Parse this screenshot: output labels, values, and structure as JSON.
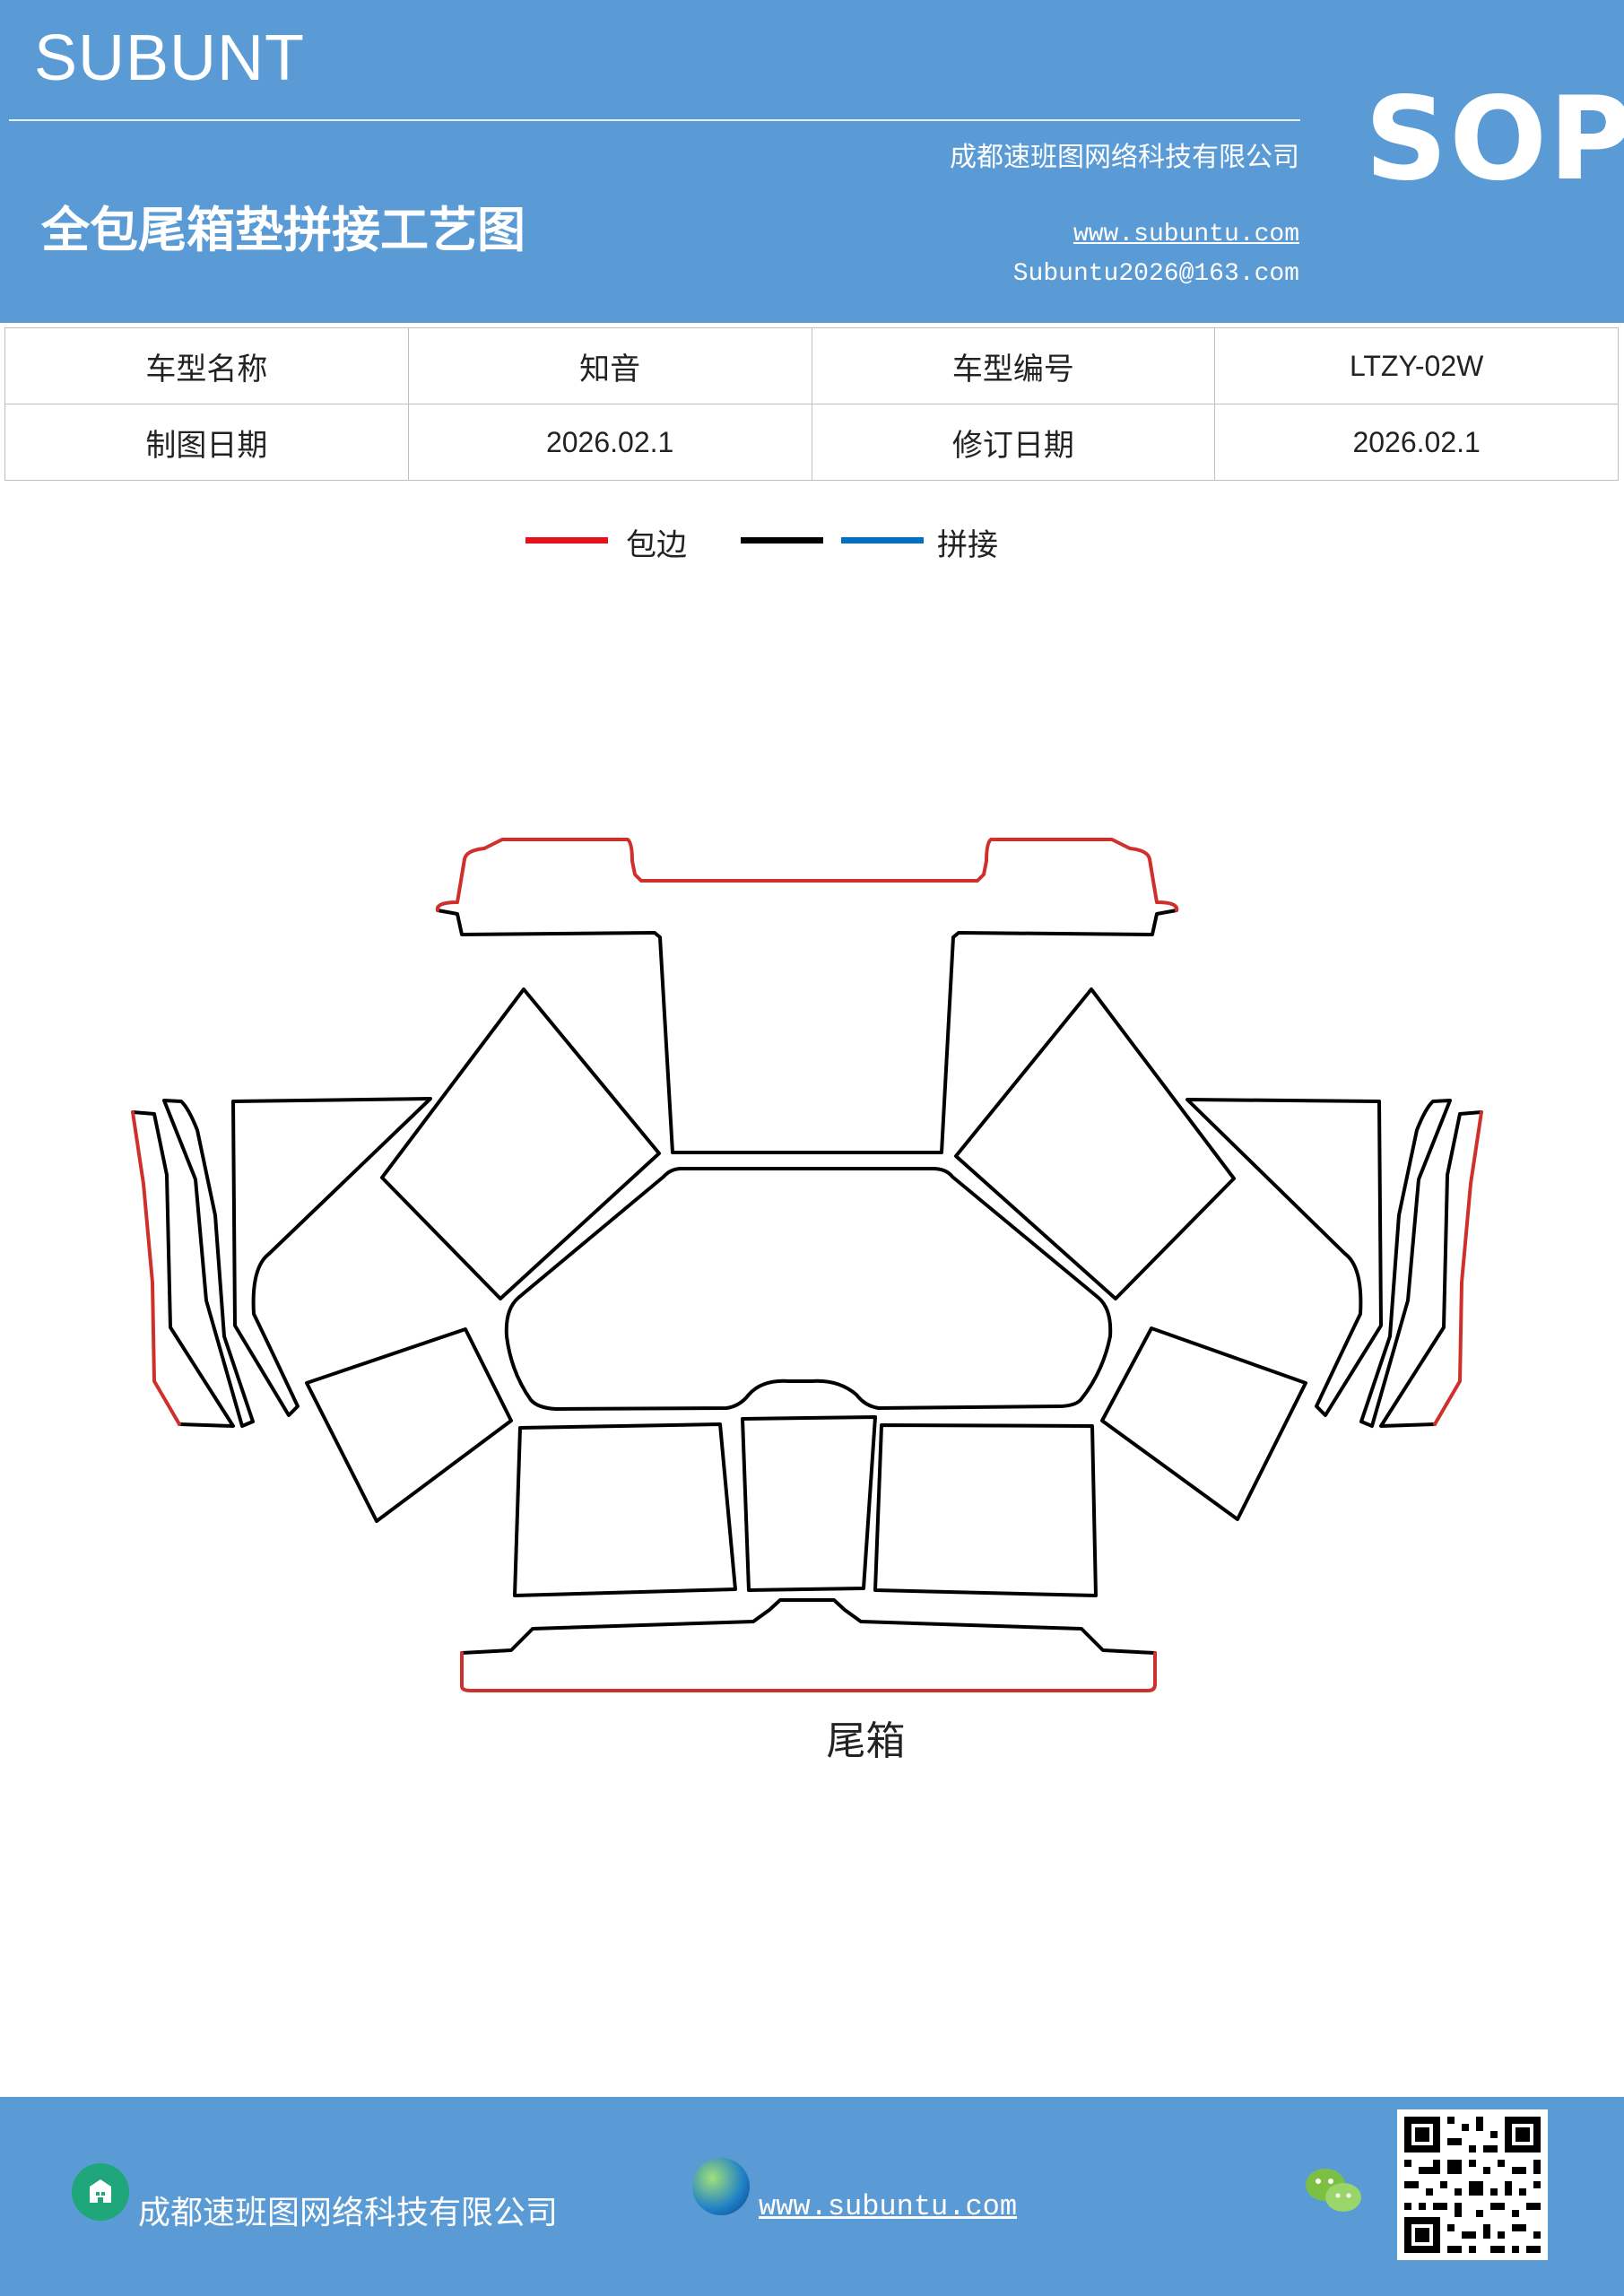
{
  "header": {
    "brand": "SUBUNT",
    "company": "成都速班图网络科技有限公司",
    "title": "全包尾箱垫拼接工艺图",
    "website": "www.subuntu.com",
    "email": "Subuntu2026@163.com",
    "badge": "SOP",
    "bg_color": "#5b9bd5"
  },
  "info_table": {
    "rows": [
      [
        "车型名称",
        "知音",
        "车型编号",
        "LTZY-02W"
      ],
      [
        "制图日期",
        "2026.02.1",
        "修订日期",
        "2026.02.1"
      ]
    ]
  },
  "legend": {
    "items": [
      {
        "label": "包边",
        "color": "#e8101a"
      },
      {
        "label": "",
        "color": "#000000"
      },
      {
        "label": "拼接",
        "color": "#0070c0"
      }
    ]
  },
  "diagram": {
    "caption": "尾箱",
    "edge_color": "#d0302c",
    "line_color": "#000000"
  },
  "footer": {
    "company": "成都速班图网络科技有限公司",
    "website": "www.subuntu.com",
    "icons": [
      "building-icon",
      "globe-icon",
      "wechat-icon",
      "qr-code"
    ]
  }
}
